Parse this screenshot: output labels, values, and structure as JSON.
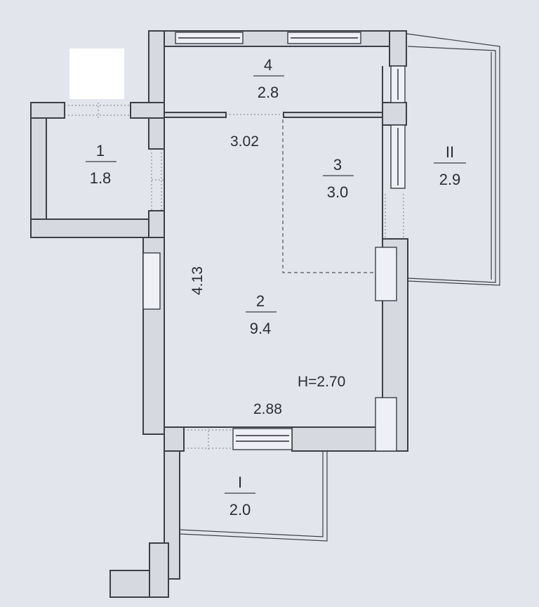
{
  "rooms": [
    {
      "number": "1",
      "area": "1.8"
    },
    {
      "number": "2",
      "area": "9.4"
    },
    {
      "number": "3",
      "area": "3.0"
    },
    {
      "number": "4",
      "area": "2.8"
    },
    {
      "number": "II",
      "area": "2.9"
    },
    {
      "number": "I",
      "area": "2.0"
    }
  ],
  "dimensions": {
    "top_width": "3.02",
    "left_height": "4.13",
    "bottom_width": "2.88",
    "ceiling_height": "H=2.70"
  },
  "colors": {
    "paper": "#e3e5ec",
    "lines": "#3c3f47",
    "text": "#2a2d34"
  }
}
